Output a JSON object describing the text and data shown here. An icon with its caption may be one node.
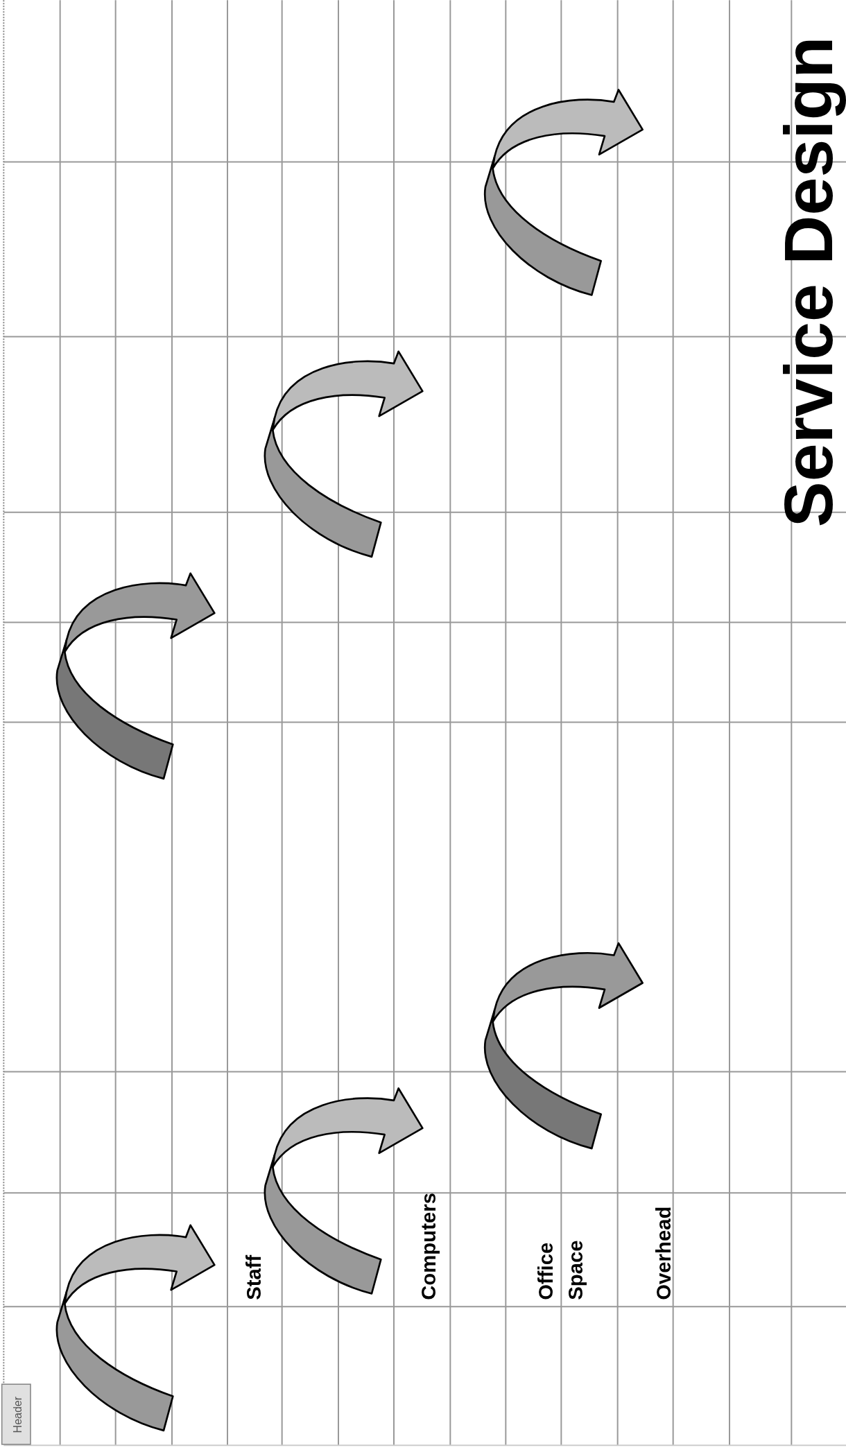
{
  "diagram": {
    "title": "Service Design",
    "labels": [
      "Header",
      "Staff",
      "Computers",
      "Office Space",
      "Overhead"
    ]
  }
}
